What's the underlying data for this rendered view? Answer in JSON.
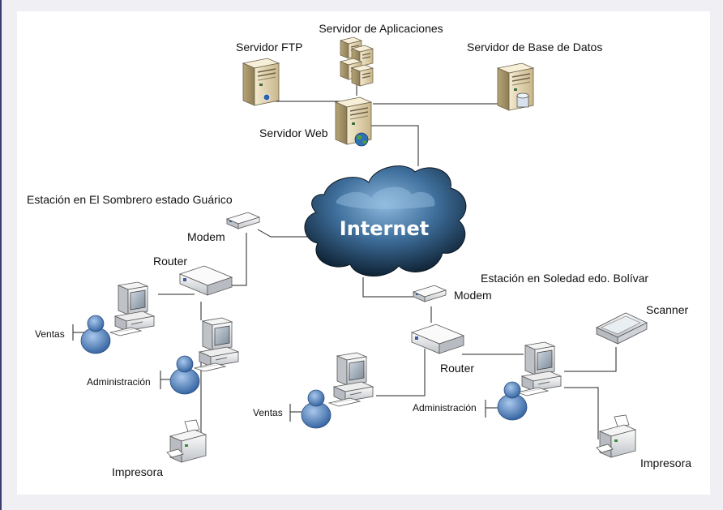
{
  "servers": {
    "app": "Servidor de Aplicaciones",
    "ftp": "Servidor FTP",
    "db": "Servidor de Base de Datos",
    "web": "Servidor Web"
  },
  "cloud": {
    "label": "Internet"
  },
  "station_1": {
    "title": "Estación en El Sombrero estado Guárico",
    "modem": "Modem",
    "router": "Router",
    "sales": "Ventas",
    "admin": "Administración",
    "printer": "Impresora"
  },
  "station_2": {
    "title": "Estación en Soledad edo. Bolívar",
    "modem": "Modem",
    "router": "Router",
    "scanner": "Scanner",
    "sales": "Ventas",
    "admin": "Administración",
    "printer": "Impresora"
  },
  "colors": {
    "cloud_dark": "#0c1e30",
    "cloud_light": "#6fa0c8",
    "server_beige": "#e4d6ae",
    "person_blue": "#4a7fbd",
    "line": "#222222"
  }
}
